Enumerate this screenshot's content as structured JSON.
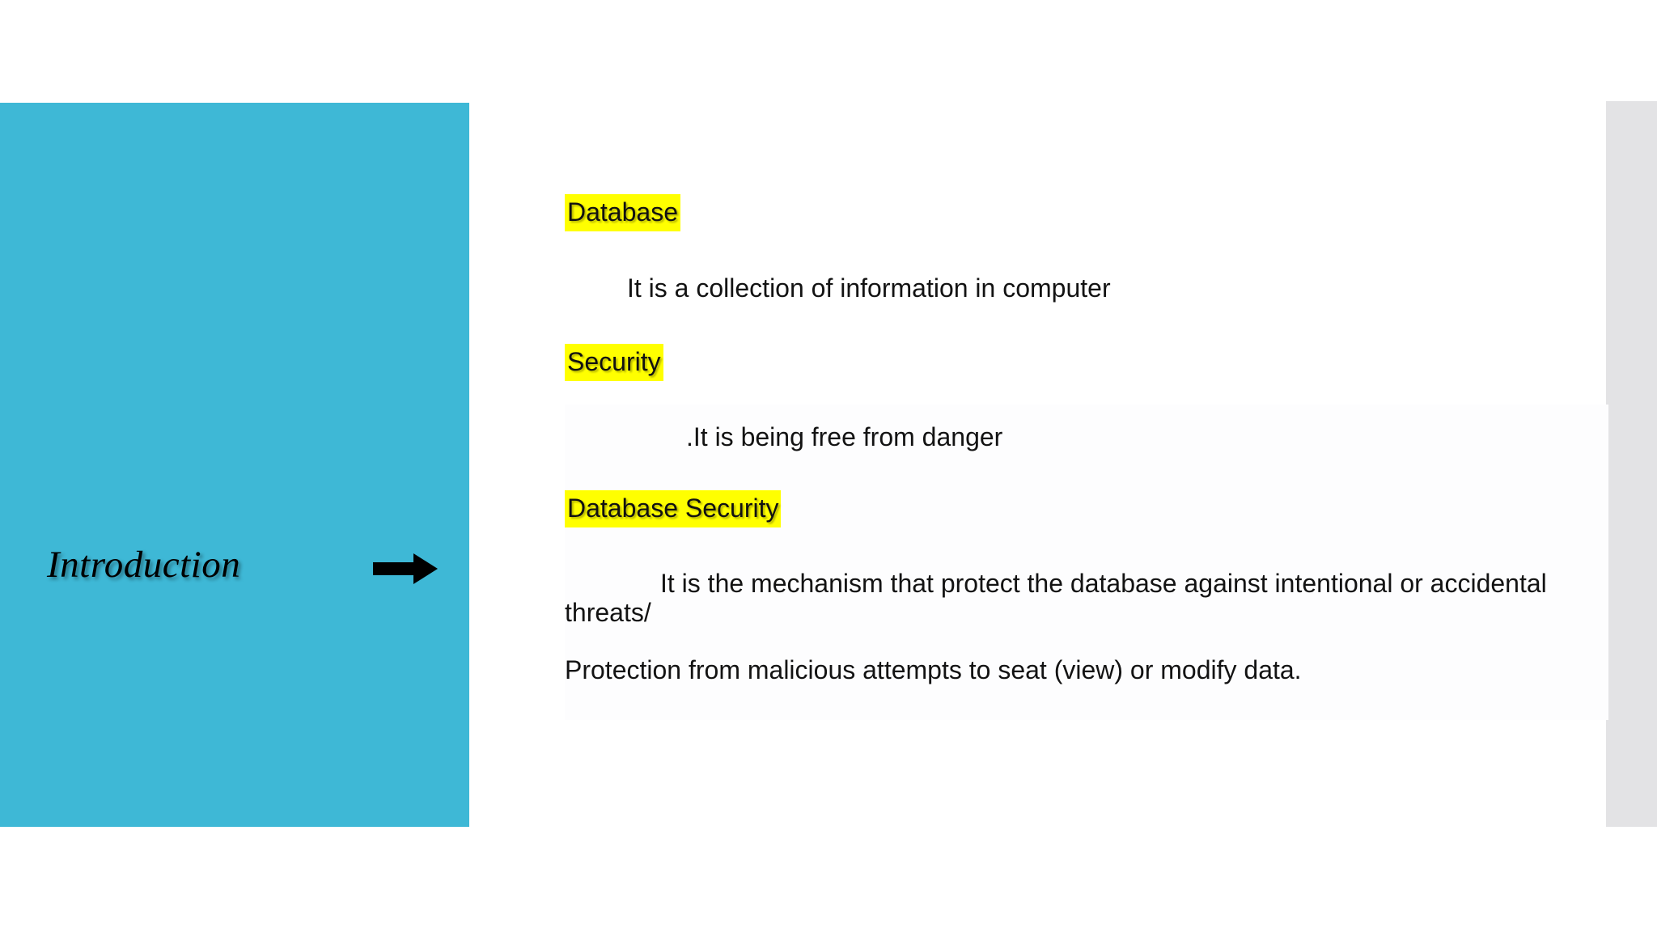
{
  "slide": {
    "title": "Introduction",
    "arrow_icon": "right-arrow-icon",
    "panel_color": "#3eb8d6",
    "highlight_color": "#ffff00",
    "background_color": "#ffffff",
    "side_strip_color": "#e3e3e5"
  },
  "content": {
    "sections": [
      {
        "heading": "Database",
        "body": "It is a collection of information in computer"
      },
      {
        "heading": "Security",
        "body": ".It is being free from danger"
      },
      {
        "heading": "Database Security",
        "body": "It is the mechanism that protect the database against intentional or accidental threats/"
      }
    ],
    "closing": "Protection from malicious attempts to seat (view) or modify data."
  }
}
